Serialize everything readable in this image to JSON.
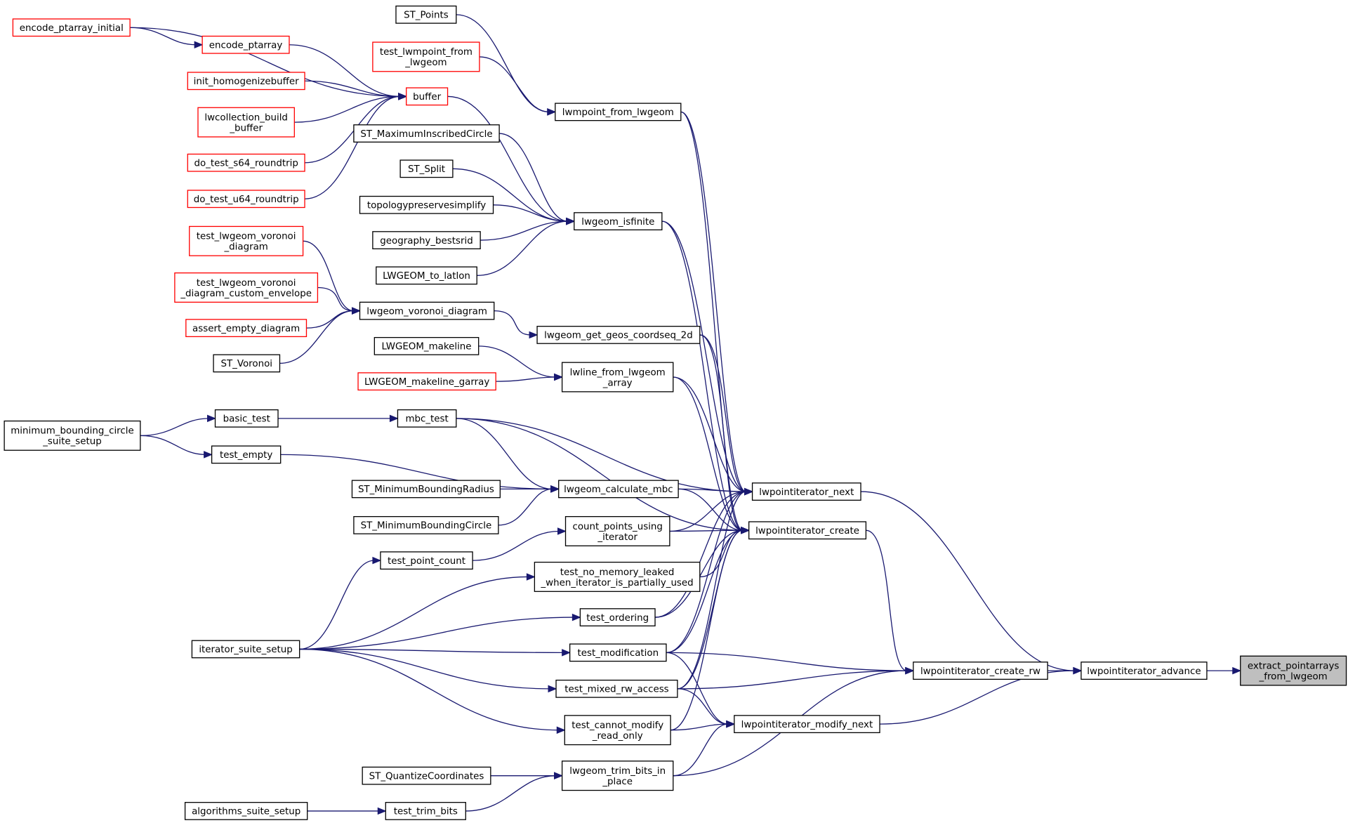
{
  "diagram": {
    "type": "caller-graph",
    "colors": {
      "edge": "#191970",
      "black_border": "#000000",
      "red_border": "#ff0000",
      "root_fill": "#bfbfbf"
    },
    "nodes": [
      {
        "id": "extract",
        "label": [
          "extract_pointarrays",
          "_from_lwgeom"
        ],
        "style": "selected"
      },
      {
        "id": "advance",
        "label": [
          "lwpointiterator_advance"
        ],
        "style": "black"
      },
      {
        "id": "next",
        "label": [
          "lwpointiterator_next"
        ],
        "style": "black"
      },
      {
        "id": "create_rw",
        "label": [
          "lwpointiterator_create_rw"
        ],
        "style": "black"
      },
      {
        "id": "modify_next",
        "label": [
          "lwpointiterator_modify_next"
        ],
        "style": "black"
      },
      {
        "id": "create",
        "label": [
          "lwpointiterator_create"
        ],
        "style": "black"
      },
      {
        "id": "lwpoint_from_lwgeom",
        "label": [
          "lwmpoint_from_lwgeom"
        ],
        "style": "black"
      },
      {
        "id": "lwgeom_isfinite",
        "label": [
          "lwgeom_isfinite"
        ],
        "style": "black"
      },
      {
        "id": "get_geos",
        "label": [
          "lwgeom_get_geos_coordseq_2d"
        ],
        "style": "black"
      },
      {
        "id": "lwline_from",
        "label": [
          "lwline_from_lwgeom",
          "_array"
        ],
        "style": "black"
      },
      {
        "id": "mbc_test",
        "label": [
          "mbc_test"
        ],
        "style": "black"
      },
      {
        "id": "calc_mbc",
        "label": [
          "lwgeom_calculate_mbc"
        ],
        "style": "black"
      },
      {
        "id": "count_points",
        "label": [
          "count_points_using",
          "_iterator"
        ],
        "style": "black"
      },
      {
        "id": "no_mem_leak",
        "label": [
          "test_no_memory_leaked",
          "_when_iterator_is_partially_used"
        ],
        "style": "black"
      },
      {
        "id": "test_ordering",
        "label": [
          "test_ordering"
        ],
        "style": "black"
      },
      {
        "id": "test_modification",
        "label": [
          "test_modification"
        ],
        "style": "black"
      },
      {
        "id": "test_mixed",
        "label": [
          "test_mixed_rw_access"
        ],
        "style": "black"
      },
      {
        "id": "test_cannot",
        "label": [
          "test_cannot_modify",
          "_read_only"
        ],
        "style": "black"
      },
      {
        "id": "trim_bits",
        "label": [
          "lwgeom_trim_bits_in",
          "_place"
        ],
        "style": "black"
      },
      {
        "id": "st_points",
        "label": [
          "ST_Points"
        ],
        "style": "black"
      },
      {
        "id": "test_lwmpoint",
        "label": [
          "test_lwmpoint_from",
          "_lwgeom"
        ],
        "style": "red"
      },
      {
        "id": "buffer",
        "label": [
          "buffer"
        ],
        "style": "red"
      },
      {
        "id": "st_mic",
        "label": [
          "ST_MaximumInscribedCircle"
        ],
        "style": "black"
      },
      {
        "id": "st_split",
        "label": [
          "ST_Split"
        ],
        "style": "black"
      },
      {
        "id": "topo",
        "label": [
          "topologypreservesimplify"
        ],
        "style": "black"
      },
      {
        "id": "geog",
        "label": [
          "geography_bestsrid"
        ],
        "style": "black"
      },
      {
        "id": "to_latlon",
        "label": [
          "LWGEOM_to_latlon"
        ],
        "style": "black"
      },
      {
        "id": "voronoi",
        "label": [
          "lwgeom_voronoi_diagram"
        ],
        "style": "black"
      },
      {
        "id": "makeline",
        "label": [
          "LWGEOM_makeline"
        ],
        "style": "black"
      },
      {
        "id": "makeline_garray",
        "label": [
          "LWGEOM_makeline_garray"
        ],
        "style": "red"
      },
      {
        "id": "basic_test",
        "label": [
          "basic_test"
        ],
        "style": "black"
      },
      {
        "id": "test_empty",
        "label": [
          "test_empty"
        ],
        "style": "black"
      },
      {
        "id": "st_mbr",
        "label": [
          "ST_MinimumBoundingRadius"
        ],
        "style": "black"
      },
      {
        "id": "st_mbc",
        "label": [
          "ST_MinimumBoundingCircle"
        ],
        "style": "black"
      },
      {
        "id": "test_point_count",
        "label": [
          "test_point_count"
        ],
        "style": "black"
      },
      {
        "id": "iter_suite",
        "label": [
          "iterator_suite_setup"
        ],
        "style": "black"
      },
      {
        "id": "st_quantize",
        "label": [
          "ST_QuantizeCoordinates"
        ],
        "style": "black"
      },
      {
        "id": "test_trim_bits",
        "label": [
          "test_trim_bits"
        ],
        "style": "black"
      },
      {
        "id": "algo_suite",
        "label": [
          "algorithms_suite_setup"
        ],
        "style": "black"
      },
      {
        "id": "encode_initial",
        "label": [
          "encode_ptarray_initial"
        ],
        "style": "red"
      },
      {
        "id": "encode_ptarray",
        "label": [
          "encode_ptarray"
        ],
        "style": "red"
      },
      {
        "id": "init_homog",
        "label": [
          "init_homogenizebuffer"
        ],
        "style": "red"
      },
      {
        "id": "lwcoll_build",
        "label": [
          "lwcollection_build",
          "_buffer"
        ],
        "style": "red"
      },
      {
        "id": "s64",
        "label": [
          "do_test_s64_roundtrip"
        ],
        "style": "red"
      },
      {
        "id": "u64",
        "label": [
          "do_test_u64_roundtrip"
        ],
        "style": "red"
      },
      {
        "id": "voronoi_diag",
        "label": [
          "test_lwgeom_voronoi",
          "_diagram"
        ],
        "style": "red"
      },
      {
        "id": "voronoi_custom",
        "label": [
          "test_lwgeom_voronoi",
          "_diagram_custom_envelope"
        ],
        "style": "red"
      },
      {
        "id": "assert_empty",
        "label": [
          "assert_empty_diagram"
        ],
        "style": "red"
      },
      {
        "id": "st_voronoi",
        "label": [
          "ST_Voronoi"
        ],
        "style": "black"
      },
      {
        "id": "mbc_suite",
        "label": [
          "minimum_bounding_circle",
          "_suite_setup"
        ],
        "style": "black"
      }
    ],
    "edges": [
      [
        "advance",
        "extract"
      ],
      [
        "next",
        "advance"
      ],
      [
        "create_rw",
        "advance"
      ],
      [
        "modify_next",
        "advance"
      ],
      [
        "create",
        "create_rw"
      ],
      [
        "trim_bits",
        "create_rw"
      ],
      [
        "test_modification",
        "create_rw"
      ],
      [
        "test_mixed",
        "create_rw"
      ],
      [
        "test_modification",
        "modify_next"
      ],
      [
        "test_mixed",
        "modify_next"
      ],
      [
        "test_cannot",
        "modify_next"
      ],
      [
        "trim_bits",
        "modify_next"
      ],
      [
        "lwpoint_from_lwgeom",
        "next"
      ],
      [
        "lwgeom_isfinite",
        "next"
      ],
      [
        "get_geos",
        "next"
      ],
      [
        "lwline_from",
        "next"
      ],
      [
        "mbc_test",
        "next"
      ],
      [
        "calc_mbc",
        "next"
      ],
      [
        "count_points",
        "next"
      ],
      [
        "test_ordering",
        "next"
      ],
      [
        "test_modification",
        "next"
      ],
      [
        "test_mixed",
        "next"
      ],
      [
        "lwpoint_from_lwgeom",
        "create"
      ],
      [
        "lwgeom_isfinite",
        "create"
      ],
      [
        "get_geos",
        "create"
      ],
      [
        "lwline_from",
        "create"
      ],
      [
        "mbc_test",
        "create"
      ],
      [
        "calc_mbc",
        "create"
      ],
      [
        "count_points",
        "create"
      ],
      [
        "no_mem_leak",
        "create"
      ],
      [
        "test_ordering",
        "create"
      ],
      [
        "test_modification",
        "create"
      ],
      [
        "test_mixed",
        "create"
      ],
      [
        "test_cannot",
        "create"
      ],
      [
        "st_points",
        "lwpoint_from_lwgeom"
      ],
      [
        "test_lwmpoint",
        "lwpoint_from_lwgeom"
      ],
      [
        "buffer",
        "lwgeom_isfinite"
      ],
      [
        "st_mic",
        "lwgeom_isfinite"
      ],
      [
        "st_split",
        "lwgeom_isfinite"
      ],
      [
        "topo",
        "lwgeom_isfinite"
      ],
      [
        "geog",
        "lwgeom_isfinite"
      ],
      [
        "to_latlon",
        "lwgeom_isfinite"
      ],
      [
        "voronoi",
        "get_geos"
      ],
      [
        "makeline",
        "lwline_from"
      ],
      [
        "makeline_garray",
        "lwline_from"
      ],
      [
        "basic_test",
        "mbc_test"
      ],
      [
        "mbc_test",
        "calc_mbc"
      ],
      [
        "test_empty",
        "calc_mbc"
      ],
      [
        "st_mbr",
        "calc_mbc"
      ],
      [
        "st_mbc",
        "calc_mbc"
      ],
      [
        "test_point_count",
        "count_points"
      ],
      [
        "iter_suite",
        "test_point_count"
      ],
      [
        "iter_suite",
        "no_mem_leak"
      ],
      [
        "iter_suite",
        "test_ordering"
      ],
      [
        "iter_suite",
        "test_modification"
      ],
      [
        "iter_suite",
        "test_mixed"
      ],
      [
        "iter_suite",
        "test_cannot"
      ],
      [
        "st_quantize",
        "trim_bits"
      ],
      [
        "test_trim_bits",
        "trim_bits"
      ],
      [
        "algo_suite",
        "test_trim_bits"
      ],
      [
        "encode_initial",
        "encode_ptarray"
      ],
      [
        "encode_initial",
        "buffer"
      ],
      [
        "encode_ptarray",
        "buffer"
      ],
      [
        "init_homog",
        "buffer"
      ],
      [
        "lwcoll_build",
        "buffer"
      ],
      [
        "s64",
        "buffer"
      ],
      [
        "u64",
        "buffer"
      ],
      [
        "voronoi_diag",
        "voronoi"
      ],
      [
        "voronoi_custom",
        "voronoi"
      ],
      [
        "assert_empty",
        "voronoi"
      ],
      [
        "st_voronoi",
        "voronoi"
      ],
      [
        "mbc_suite",
        "basic_test"
      ],
      [
        "mbc_suite",
        "test_empty"
      ]
    ]
  }
}
